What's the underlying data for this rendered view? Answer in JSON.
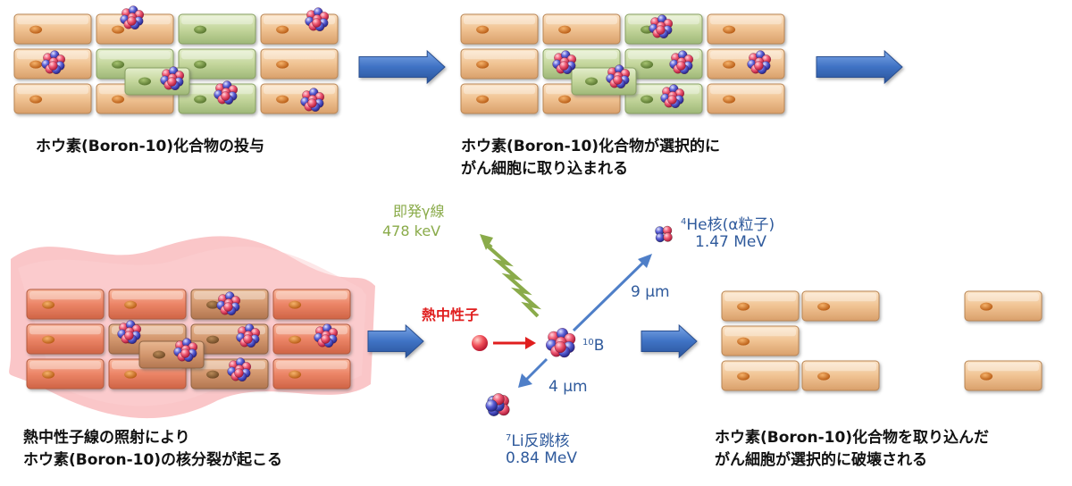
{
  "steps": [
    {
      "caption": [
        "ホウ素(Boron-10)化合物の投与"
      ]
    },
    {
      "caption": [
        "ホウ素(Boron-10)化合物が選択的に",
        "がん細胞に取り込まれる"
      ]
    },
    {
      "caption": [
        "熱中性子線の照射により",
        "ホウ素(Boron-10)の核分裂が起こる"
      ]
    },
    {
      "caption": [
        "ホウ素(Boron-10)化合物を取り込んだ",
        "がん細胞が選択的に破壊される"
      ]
    }
  ],
  "reaction": {
    "gamma_label": "即発γ線",
    "gamma_energy": "478 keV",
    "neutron_label": "熱中性子",
    "boron_mass": "10",
    "boron_symbol": "B",
    "he_mass": "4",
    "he_label": "He核(α粒子)",
    "he_energy": "1.47 MeV",
    "he_range": "9 μm",
    "li_mass": "7",
    "li_label": "Li反跳核",
    "li_energy": "0.84 MeV",
    "li_range": "4 μm"
  },
  "colors": {
    "normal_cell": "#f2c79a",
    "cancer_cell": "#c5d79e",
    "irradiated_cell": "#ef8a6c",
    "nucleus": "#d8741f",
    "cancer_nucleus": "#6e8f3a",
    "arrow": "#3f72c4",
    "beam": "#f6a8aa",
    "label_blue": "#2f5a9c",
    "label_green": "#8aab4a",
    "neutron_red": "#e01e1e"
  }
}
